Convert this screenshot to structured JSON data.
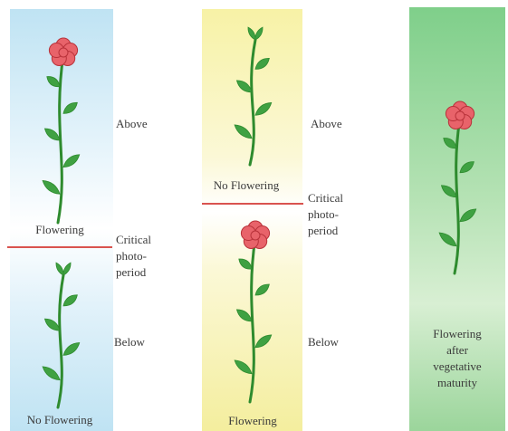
{
  "panels": {
    "short_day": {
      "background_color": "#bfe3f3",
      "upper_plant_caption": "Flowering",
      "lower_plant_caption": "No Flowering"
    },
    "long_day": {
      "background_color": "#f7f2a6",
      "upper_plant_caption": "No Flowering",
      "lower_plant_caption": "Flowering"
    },
    "day_neutral": {
      "background_color": "#8fd494",
      "caption_lines": [
        "Flowering",
        "after",
        "vegetative",
        "maturity"
      ]
    }
  },
  "labels": {
    "left": {
      "above": "Above",
      "critical_lines": [
        "Critical",
        "photo-",
        "period"
      ],
      "below": "Below"
    },
    "middle": {
      "above": "Above",
      "critical_lines": [
        "Critical",
        "photo-",
        "period"
      ],
      "below": "Below"
    }
  },
  "colors": {
    "stem": "#2e8b2e",
    "leaf": "#3fa142",
    "flower": "#e8636a",
    "flower_outline": "#b8323a",
    "critical_line": "#d9534f"
  }
}
